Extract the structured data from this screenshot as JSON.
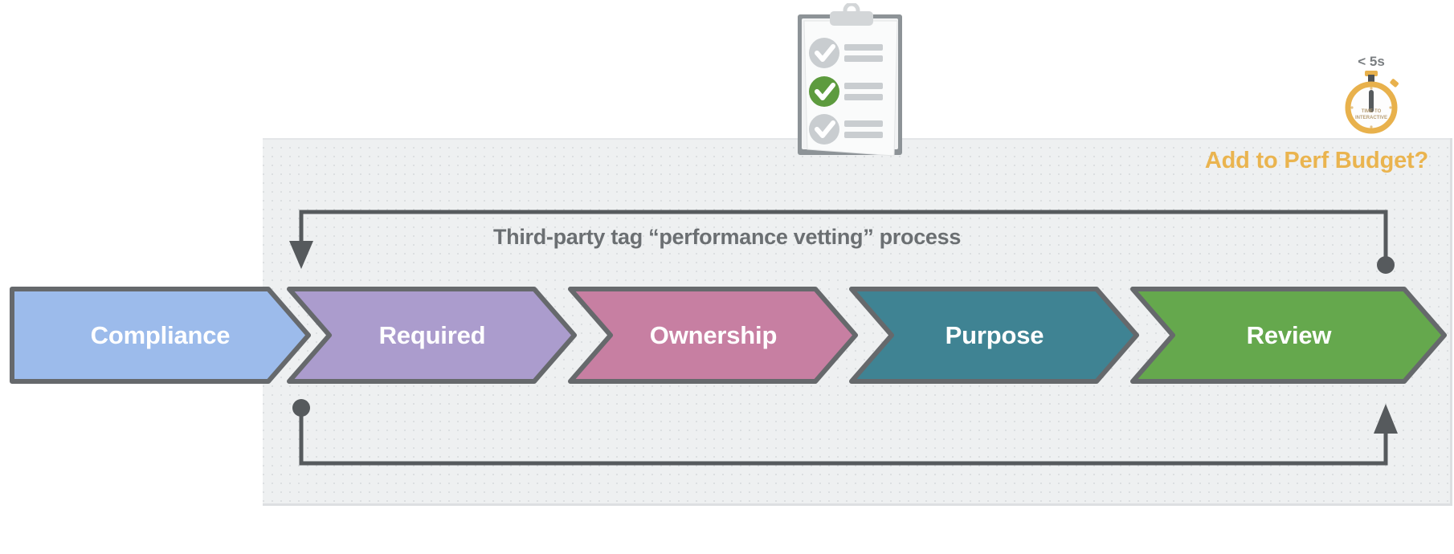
{
  "diagram": {
    "title": "Third-party tag “performance vetting” process",
    "perf_budget_label": "Add to Perf Budget?",
    "panel_bg": "#eef0f1",
    "line_color": "#565a5d"
  },
  "stages": [
    {
      "label": "Compliance",
      "color": "#9cbbeb",
      "stroke": "#66696c"
    },
    {
      "label": "Required",
      "color": "#ab9ccd",
      "stroke": "#66696c"
    },
    {
      "label": "Ownership",
      "color": "#c77fa2",
      "stroke": "#66696c"
    },
    {
      "label": "Purpose",
      "color": "#3f8393",
      "stroke": "#66696c"
    },
    {
      "label": "Review",
      "color": "#65a84d",
      "stroke": "#66696c"
    }
  ],
  "icons": {
    "clipboard": {
      "name": "clipboard-checklist-icon",
      "checks": [
        {
          "state": "pending",
          "color": "#c9cdd0"
        },
        {
          "state": "done",
          "color": "#5d9b3e"
        },
        {
          "state": "pending",
          "color": "#c9cdd0"
        }
      ]
    },
    "stopwatch": {
      "name": "stopwatch-icon",
      "budget_label": "< 5s",
      "dial_caption_line1": "TIME-TO",
      "dial_caption_line2": "INTERACTIVE",
      "ring_color": "#e8b14c",
      "label_color": "#7a7e81"
    }
  },
  "connectors": [
    {
      "name": "feedback-loop-top",
      "from": "review-end-dot",
      "to": "required-stage-arrow",
      "end_style": "arrow-down"
    },
    {
      "name": "feedback-loop-bottom",
      "from": "compliance-dot",
      "to": "review-stage-arrow",
      "end_style": "arrow-up"
    }
  ]
}
